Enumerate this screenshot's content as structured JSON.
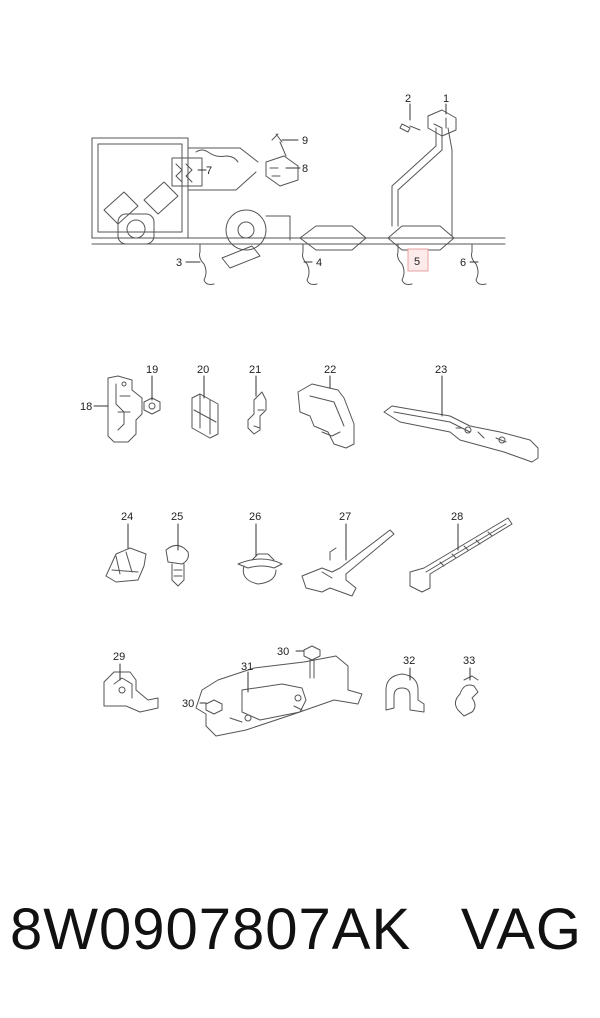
{
  "callouts": {
    "c1": "1",
    "c2": "2",
    "c3": "3",
    "c4": "4",
    "c5": "5",
    "c6": "6",
    "c7": "7",
    "c8": "8",
    "c9": "9",
    "c18": "18",
    "c19": "19",
    "c20": "20",
    "c21": "21",
    "c22": "22",
    "c23": "23",
    "c24": "24",
    "c25": "25",
    "c26": "26",
    "c27": "27",
    "c28": "28",
    "c29": "29",
    "c30a": "30",
    "c30b": "30",
    "c31": "31",
    "c32": "32",
    "c33": "33"
  },
  "highlight_color": "#e8a0a0",
  "footer": {
    "part_number": "8W0907807AK",
    "brand": "VAG"
  }
}
